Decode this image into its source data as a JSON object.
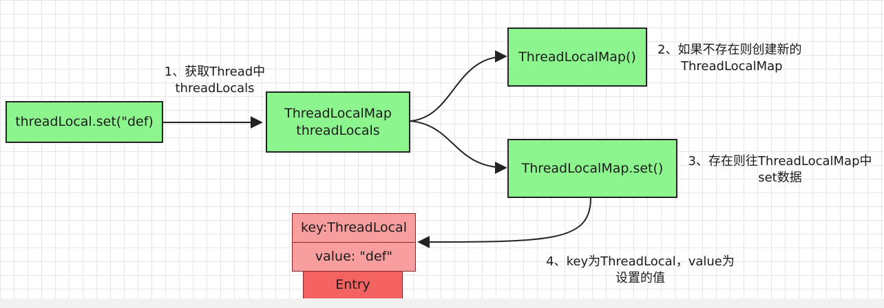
{
  "nodes": {
    "set_call": "threadLocal.set(\"def)",
    "thread_locals_line1": "ThreadLocalMap",
    "thread_locals_line2": "threadLocals",
    "create_map": "ThreadLocalMap()",
    "map_set": "ThreadLocalMap.set()",
    "entry_key": "key:ThreadLocal",
    "entry_value": "value: \"def\"",
    "entry": "Entry"
  },
  "labels": {
    "step1_line1": "1、获取Thread中",
    "step1_line2": "threadLocals",
    "step2_line1": "2、如果不存在则创建新的",
    "step2_line2": "ThreadLocalMap",
    "step3_line1": "3、存在则往ThreadLocalMap中",
    "step3_line2": "set数据",
    "step4_line1": "4、key为ThreadLocal，value为",
    "step4_line2": "设置的值"
  },
  "colors": {
    "process_node": "#8df58d",
    "entry_field": "#f89e9e",
    "entry_header": "#f56262"
  }
}
